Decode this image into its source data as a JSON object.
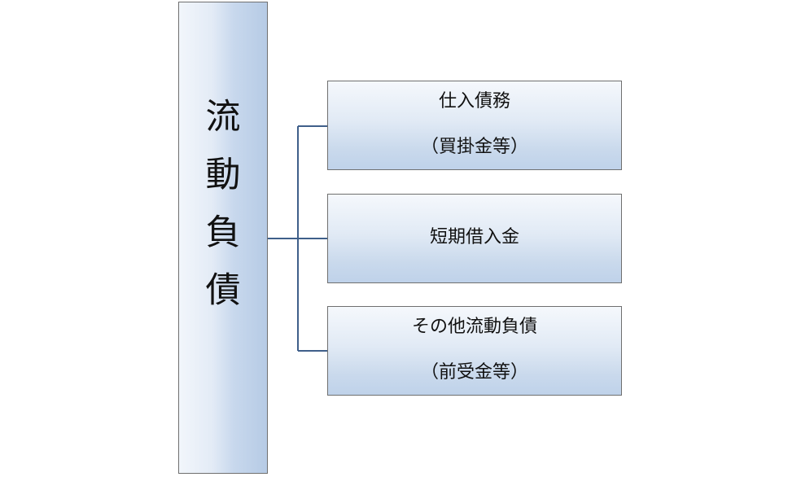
{
  "diagram": {
    "root": {
      "chars": [
        "流",
        "動",
        "負",
        "債"
      ]
    },
    "children": [
      {
        "line1": "仕入債務",
        "line2": "（買掛金等）"
      },
      {
        "line1": "短期借入金"
      },
      {
        "line1": "その他流動負債",
        "line2": "（前受金等）"
      }
    ]
  }
}
